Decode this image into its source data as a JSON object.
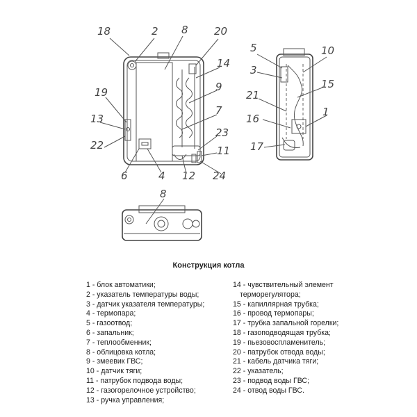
{
  "callouts": {
    "c18": "18",
    "c2": "2",
    "c8": "8",
    "c20": "20",
    "c14": "14",
    "c9": "9",
    "c19": "19",
    "c13": "13",
    "c22": "22",
    "c7": "7",
    "c23": "23",
    "c11": "11",
    "c6": "6",
    "c4": "4",
    "c12": "12",
    "c24": "24",
    "s5": "5",
    "s10": "10",
    "s3": "3",
    "s15": "15",
    "s21": "21",
    "s16": "16",
    "s1": "1",
    "s17": "17",
    "b8": "8"
  },
  "caption": "Конструкция котла",
  "legend_left": [
    "1 - блок автоматики;",
    "2 - указатель температуры воды;",
    "3 - датчик указателя температуры;",
    "4 - термопара;",
    "5 - газоотвод;",
    "6 - запальник;",
    "7 - теплообменник;",
    "8 - облицовка котла;",
    "9 - змеевик ГВС;",
    "10 - датчик тяги;",
    "11 - патрубок подвода воды;",
    "12 - газогорелочное устройство;",
    "13 - ручка управления;"
  ],
  "legend_right": [
    "14 - чувствительный элемент",
    "терморегулятора;",
    "15 - капиллярная трубка;",
    "16 - провод термопары;",
    "17 - трубка запальной горелки;",
    "18 - газоподводящая трубка;",
    "19 - пьезовоспламенитель;",
    "20 - патрубок отвода воды;",
    "21 - кабель датчика тяги;",
    "22 - указатель;",
    "23 - подвод воды ГВС;",
    "24 - отвод воды ГВС."
  ]
}
